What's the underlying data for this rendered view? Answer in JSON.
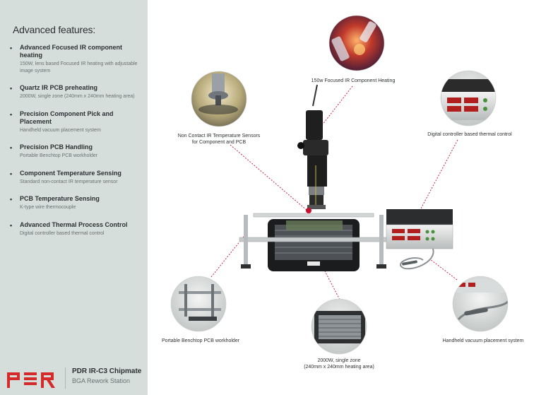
{
  "sidebar": {
    "title": "Advanced features:",
    "features": [
      {
        "title": "Advanced Focused IR component heating",
        "desc": "150W, lens based Focused IR heating with adjustable image system"
      },
      {
        "title": "Quartz IR PCB preheating",
        "desc": "2000W, single zone (240mm x 240mm heating area)"
      },
      {
        "title": "Precision Component Pick and Placement",
        "desc": "Handheld vacuum placement system"
      },
      {
        "title": "Precision PCB Handling",
        "desc": "Portable Benchtop PCB workholder"
      },
      {
        "title": "Component Temperature Sensing",
        "desc": "Standard non-contact IR temperature sensor"
      },
      {
        "title": "PCB Temperature Sensing",
        "desc": "K-type wire thermocouple"
      },
      {
        "title": "Advanced Thermal Process Control",
        "desc": "Digital controller based thermal control"
      }
    ]
  },
  "brand": {
    "logo_text": "PDR",
    "product_name": "PDR IR-C3 Chipmate",
    "product_subtitle": "BGA Rework Station"
  },
  "callouts": {
    "focused_ir": "150w Focused IR Component Heating",
    "ir_sensors_line1": "Non Contact IR Temperature Sensors",
    "ir_sensors_line2": "for Component and PCB",
    "digital_controller": "Digital controller based thermal control",
    "workholder": "Portable Benchtop PCB workholder",
    "preheat_line1": "2000W, single zone",
    "preheat_line2": "(240mm x 240mm heating area)",
    "vacuum": "Handheld vacuum placement system"
  },
  "colors": {
    "sidebar_bg": "#d6dedc",
    "brand_red": "#d42a2a",
    "leader_red": "#c8102e",
    "text_dark": "#2c3033"
  }
}
